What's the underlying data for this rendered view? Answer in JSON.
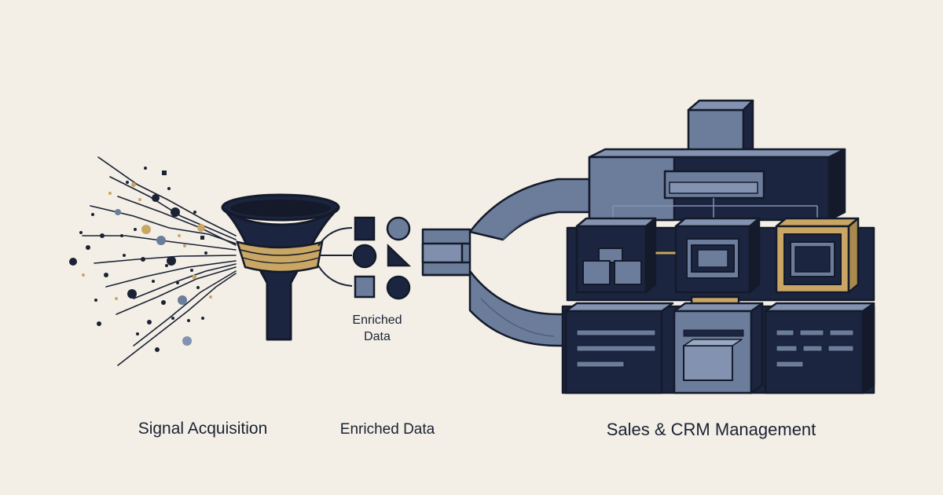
{
  "stages": {
    "signal_label": "Signal Acquisition",
    "enriched_label": "Enriched Data",
    "sales_label": "Sales & CRM Management"
  },
  "funnel_output": {
    "line1": "Enriched",
    "line2": "Data"
  },
  "colors": {
    "background": "#f3efe7",
    "navy": "#1b2540",
    "slate": "#6c7d9c",
    "slate_light": "#8292b0",
    "gold": "#c9a664",
    "ink": "#141a2a"
  },
  "icons": [
    "signal-scatter-icon",
    "funnel-icon",
    "data-shapes-icon",
    "pipe-icon",
    "crm-machine-icon"
  ]
}
